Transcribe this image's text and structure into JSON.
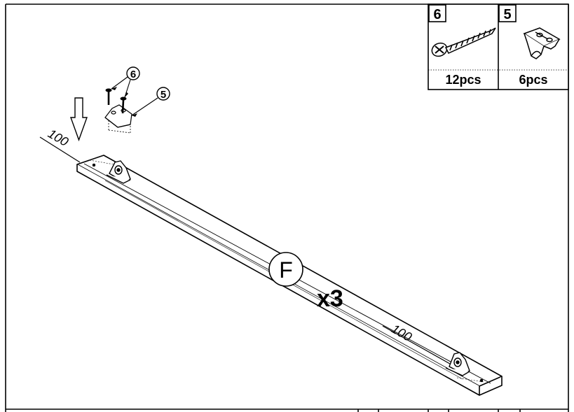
{
  "parts_table": [
    {
      "number": "6",
      "quantity": "12pcs",
      "icon": "screw-icon"
    },
    {
      "number": "5",
      "quantity": "6pcs",
      "icon": "bracket-icon"
    }
  ],
  "callouts": {
    "screw": "6",
    "bracket": "5"
  },
  "part_label": "F",
  "multiplier": "x3",
  "dimensions": {
    "left": "100",
    "right": "100"
  },
  "stroke_color": "#000000"
}
